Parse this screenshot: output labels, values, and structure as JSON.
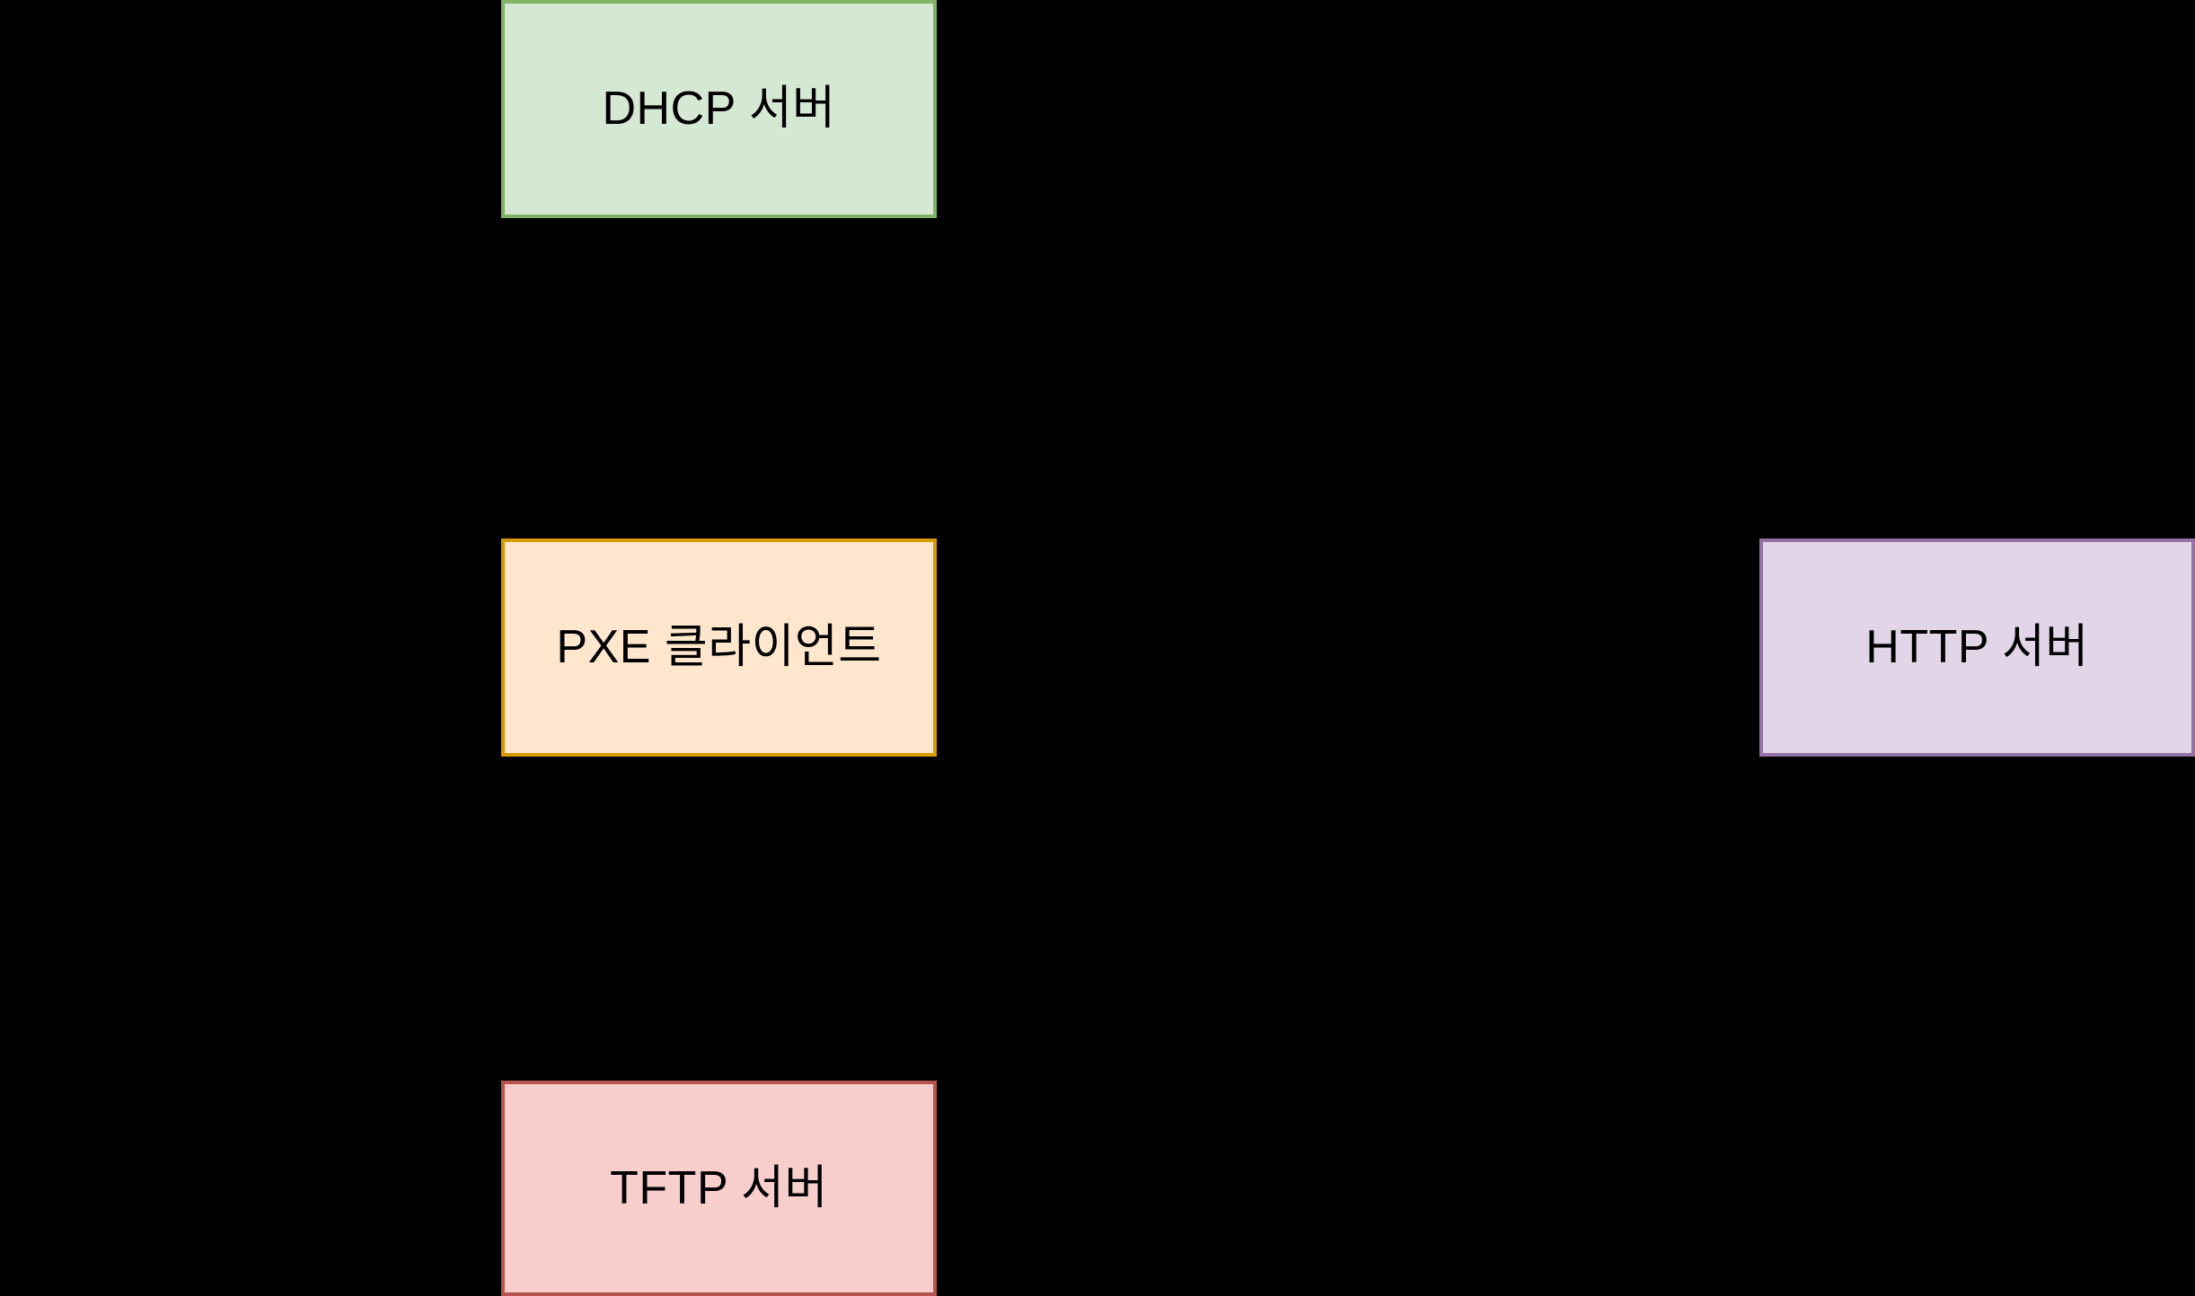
{
  "canvas": {
    "background_color": "#000000"
  },
  "diagram": {
    "type": "network-topology",
    "nodes": [
      {
        "id": "dhcp-server",
        "label": "DHCP 서버",
        "fill_color": "#d5e8d4",
        "border_color": "#82b366",
        "text_color": "#000000",
        "position": "top-left-column"
      },
      {
        "id": "pxe-client",
        "label": "PXE 클라이언트",
        "fill_color": "#ffe6cc",
        "border_color": "#d79b00",
        "text_color": "#000000",
        "position": "middle-left-column"
      },
      {
        "id": "http-server",
        "label": "HTTP 서버",
        "fill_color": "#e1d5e7",
        "border_color": "#9673a6",
        "text_color": "#000000",
        "position": "middle-right-edge"
      },
      {
        "id": "tftp-server",
        "label": "TFTP 서버",
        "fill_color": "#f8cecc",
        "border_color": "#b85450",
        "text_color": "#000000",
        "position": "bottom-left-column"
      }
    ]
  }
}
